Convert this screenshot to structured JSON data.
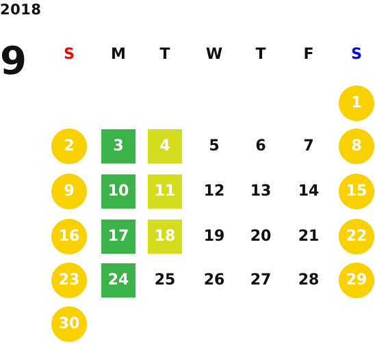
{
  "calendar": {
    "year": "2018",
    "month": "9",
    "weekdays": [
      {
        "label": "S",
        "color": "#ff0000"
      },
      {
        "label": "M",
        "color": "#111111"
      },
      {
        "label": "T",
        "color": "#111111"
      },
      {
        "label": "W",
        "color": "#111111"
      },
      {
        "label": "T",
        "color": "#111111"
      },
      {
        "label": "F",
        "color": "#111111"
      },
      {
        "label": "S",
        "color": "#0000ee"
      }
    ],
    "colors": {
      "holiday_circle": "#f9d000",
      "green_square": "#3cb34a",
      "lime_square": "#d4dc1e",
      "plain_text": "#111111"
    },
    "days": [
      {
        "day": "1",
        "col": 6,
        "row": 0,
        "style": "circle"
      },
      {
        "day": "2",
        "col": 0,
        "row": 1,
        "style": "circle"
      },
      {
        "day": "3",
        "col": 1,
        "row": 1,
        "style": "green"
      },
      {
        "day": "4",
        "col": 2,
        "row": 1,
        "style": "lime"
      },
      {
        "day": "5",
        "col": 3,
        "row": 1,
        "style": "plain"
      },
      {
        "day": "6",
        "col": 4,
        "row": 1,
        "style": "plain"
      },
      {
        "day": "7",
        "col": 5,
        "row": 1,
        "style": "plain"
      },
      {
        "day": "8",
        "col": 6,
        "row": 1,
        "style": "circle"
      },
      {
        "day": "9",
        "col": 0,
        "row": 2,
        "style": "circle"
      },
      {
        "day": "10",
        "col": 1,
        "row": 2,
        "style": "green"
      },
      {
        "day": "11",
        "col": 2,
        "row": 2,
        "style": "lime"
      },
      {
        "day": "12",
        "col": 3,
        "row": 2,
        "style": "plain"
      },
      {
        "day": "13",
        "col": 4,
        "row": 2,
        "style": "plain"
      },
      {
        "day": "14",
        "col": 5,
        "row": 2,
        "style": "plain"
      },
      {
        "day": "15",
        "col": 6,
        "row": 2,
        "style": "circle"
      },
      {
        "day": "16",
        "col": 0,
        "row": 3,
        "style": "circle"
      },
      {
        "day": "17",
        "col": 1,
        "row": 3,
        "style": "green"
      },
      {
        "day": "18",
        "col": 2,
        "row": 3,
        "style": "lime"
      },
      {
        "day": "19",
        "col": 3,
        "row": 3,
        "style": "plain"
      },
      {
        "day": "20",
        "col": 4,
        "row": 3,
        "style": "plain"
      },
      {
        "day": "21",
        "col": 5,
        "row": 3,
        "style": "plain"
      },
      {
        "day": "22",
        "col": 6,
        "row": 3,
        "style": "circle"
      },
      {
        "day": "23",
        "col": 0,
        "row": 4,
        "style": "circle"
      },
      {
        "day": "24",
        "col": 1,
        "row": 4,
        "style": "green"
      },
      {
        "day": "25",
        "col": 2,
        "row": 4,
        "style": "plain"
      },
      {
        "day": "26",
        "col": 3,
        "row": 4,
        "style": "plain"
      },
      {
        "day": "27",
        "col": 4,
        "row": 4,
        "style": "plain"
      },
      {
        "day": "28",
        "col": 5,
        "row": 4,
        "style": "plain"
      },
      {
        "day": "29",
        "col": 6,
        "row": 4,
        "style": "circle"
      },
      {
        "day": "30",
        "col": 0,
        "row": 5,
        "style": "circle"
      }
    ]
  }
}
